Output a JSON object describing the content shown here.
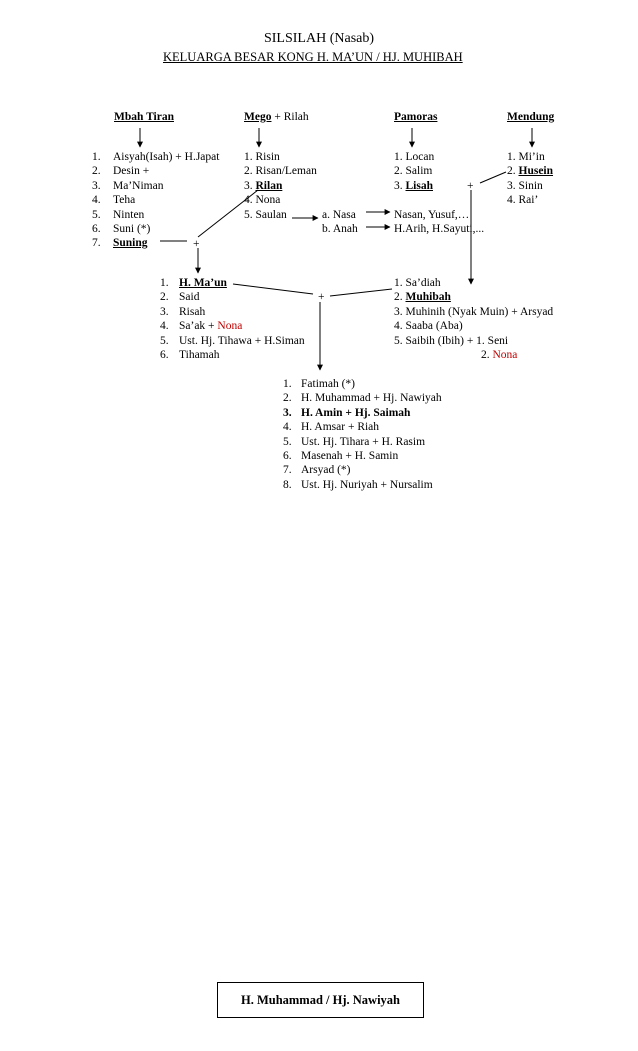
{
  "title": "SILSILAH (Nasab)",
  "subtitle": "KELUARGA BESAR KONG  H. MA’UN / HJ. MUHIBAH",
  "headers": {
    "mbah_tiran": "Mbah Tiran",
    "mego": "Mego",
    "rilah": " + Rilah",
    "pamoras": "Pamoras",
    "mendung": "Mendung"
  },
  "col1": [
    {
      "num": "1.",
      "text": "Aisyah(Isah) + H.Japat"
    },
    {
      "num": "2.",
      "text": "Desin +"
    },
    {
      "num": "3.",
      "text": "Ma’Niman"
    },
    {
      "num": "4.",
      "text": "Teha"
    },
    {
      "num": "5.",
      "text": "Ninten"
    },
    {
      "num": "6.",
      "text": "Suni (*)"
    },
    {
      "num": "7.",
      "text": "Suning"
    }
  ],
  "col1_plus": "+",
  "col2": [
    {
      "text": "1. Risin"
    },
    {
      "text": "2. Risan/Leman"
    },
    {
      "num": "3. ",
      "text": "Rilan"
    },
    {
      "text": "4. Nona"
    },
    {
      "text": "5. Saulan"
    }
  ],
  "saulan_children": [
    "a. Nasa",
    "b. Anah"
  ],
  "saulan_grandchildren": [
    "Nasan, Yusuf,…",
    "H.Arih, H.Sayuti,..."
  ],
  "col3": [
    {
      "text": "1. Locan"
    },
    {
      "text": "2. Salim"
    },
    {
      "num": "3. ",
      "text": "Lisah"
    }
  ],
  "col3_plus": "+",
  "col4": [
    {
      "text": "1. Mi’in"
    },
    {
      "num": "2. ",
      "text": "Husein"
    },
    {
      "text": "3. Sinin"
    },
    {
      "text": "4. Rai’"
    }
  ],
  "gen2_left": [
    {
      "num": "1.",
      "text": "H. Ma’un"
    },
    {
      "num": "2.",
      "text": "Said"
    },
    {
      "num": "3.",
      "text": "Risah"
    },
    {
      "num": "4.",
      "text": "Sa’ak + ",
      "red": "Nona"
    },
    {
      "num": "5.",
      "text": "Ust. Hj. Tihawa + H.Siman"
    },
    {
      "num": "6.",
      "text": "Tihamah"
    }
  ],
  "gen2_plus": "+",
  "gen2_right": [
    {
      "text": "1. Sa’diah"
    },
    {
      "num": "2. ",
      "text": "Muhibah"
    },
    {
      "text": "3. Muhinih (Nyak Muin) + Arsyad"
    },
    {
      "text": "4. Saaba (Aba)"
    },
    {
      "text": "5. Saibih (Ibih) + 1. Seni"
    }
  ],
  "gen2_right_extra": {
    "num": "2. ",
    "red": "Nona"
  },
  "gen3": [
    {
      "num": "1.",
      "text": "Fatimah (*)"
    },
    {
      "num": "2.",
      "text": "H. Muhammad + Hj. Nawiyah"
    },
    {
      "num": "3.",
      "text": "H. Amin + Hj. Saimah"
    },
    {
      "num": "4.",
      "text": "H. Amsar + Riah"
    },
    {
      "num": "5.",
      "text": "Ust. Hj. Tihara + H. Rasim"
    },
    {
      "num": "6.",
      "text": "Masenah + H. Samin"
    },
    {
      "num": "7.",
      "text": "Arsyad (*)"
    },
    {
      "num": "8.",
      "text": "Ust. Hj. Nuriyah + Nursalim"
    }
  ],
  "footer": "H. Muhammad / Hj. Nawiyah"
}
